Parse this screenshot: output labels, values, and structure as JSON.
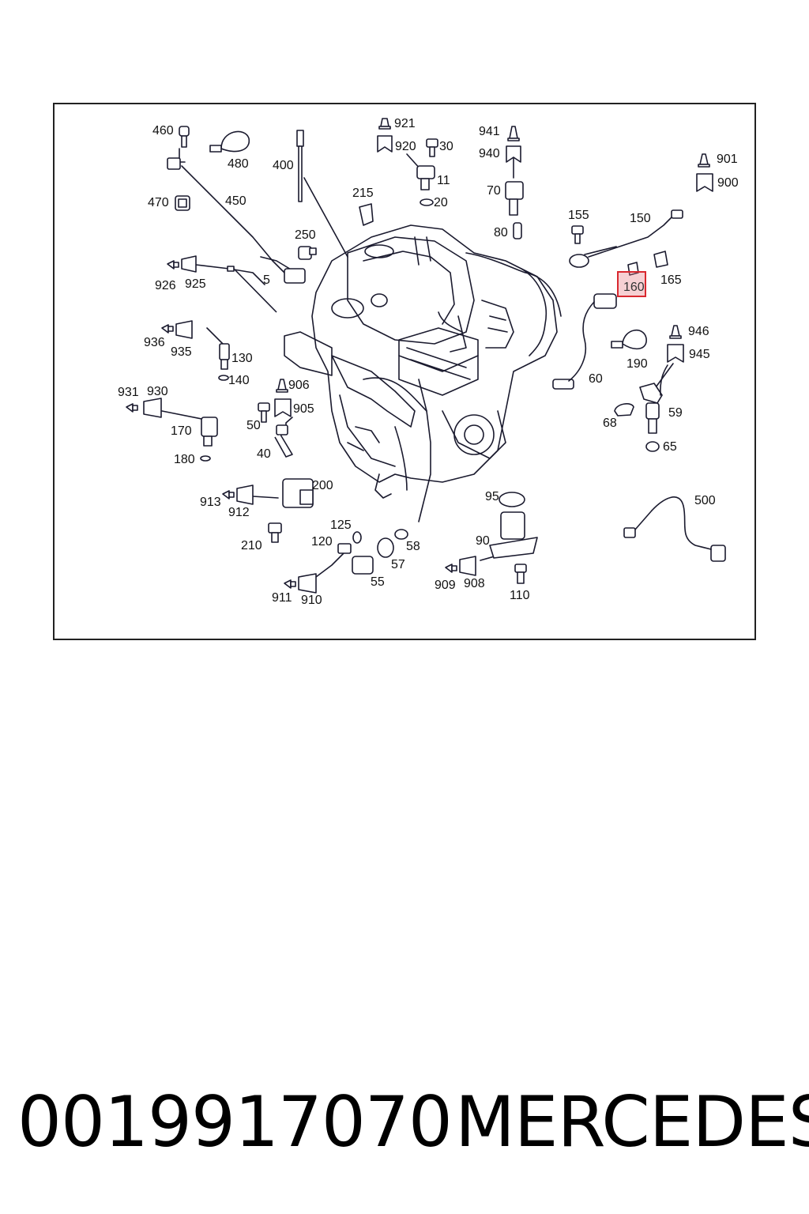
{
  "diagram": {
    "highlighted": "160",
    "labels": {
      "l460": "460",
      "l480": "480",
      "l400": "400",
      "l470": "470",
      "l450": "450",
      "l921": "921",
      "l920": "920",
      "l30": "30",
      "l11": "11",
      "l20": "20",
      "l215": "215",
      "l250": "250",
      "l941": "941",
      "l940": "940",
      "l70": "70",
      "l80": "80",
      "l901": "901",
      "l900": "900",
      "l155": "155",
      "l150": "150",
      "l160": "160",
      "l165": "165",
      "l926": "926",
      "l925": "925",
      "l5": "5",
      "l936": "936",
      "l935": "935",
      "l130": "130",
      "l140": "140",
      "l946": "946",
      "l945": "945",
      "l190": "190",
      "l60": "60",
      "l931": "931",
      "l930": "930",
      "l906": "906",
      "l905": "905",
      "l50": "50",
      "l170": "170",
      "l40": "40",
      "l180": "180",
      "l68": "68",
      "l59": "59",
      "l65": "65",
      "l200": "200",
      "l913": "913",
      "l912": "912",
      "l95": "95",
      "l500": "500",
      "l125": "125",
      "l210": "210",
      "l120": "120",
      "l58": "58",
      "l90": "90",
      "l57": "57",
      "l55": "55",
      "l909": "909",
      "l908": "908",
      "l110": "110",
      "l911": "911",
      "l910": "910"
    }
  },
  "footer": {
    "part_number": "0019917070",
    "brand": "MERCEDES"
  },
  "colors": {
    "line": "#1a1a2e",
    "highlight_border": "#d9282f",
    "highlight_fill": "#e57882"
  }
}
